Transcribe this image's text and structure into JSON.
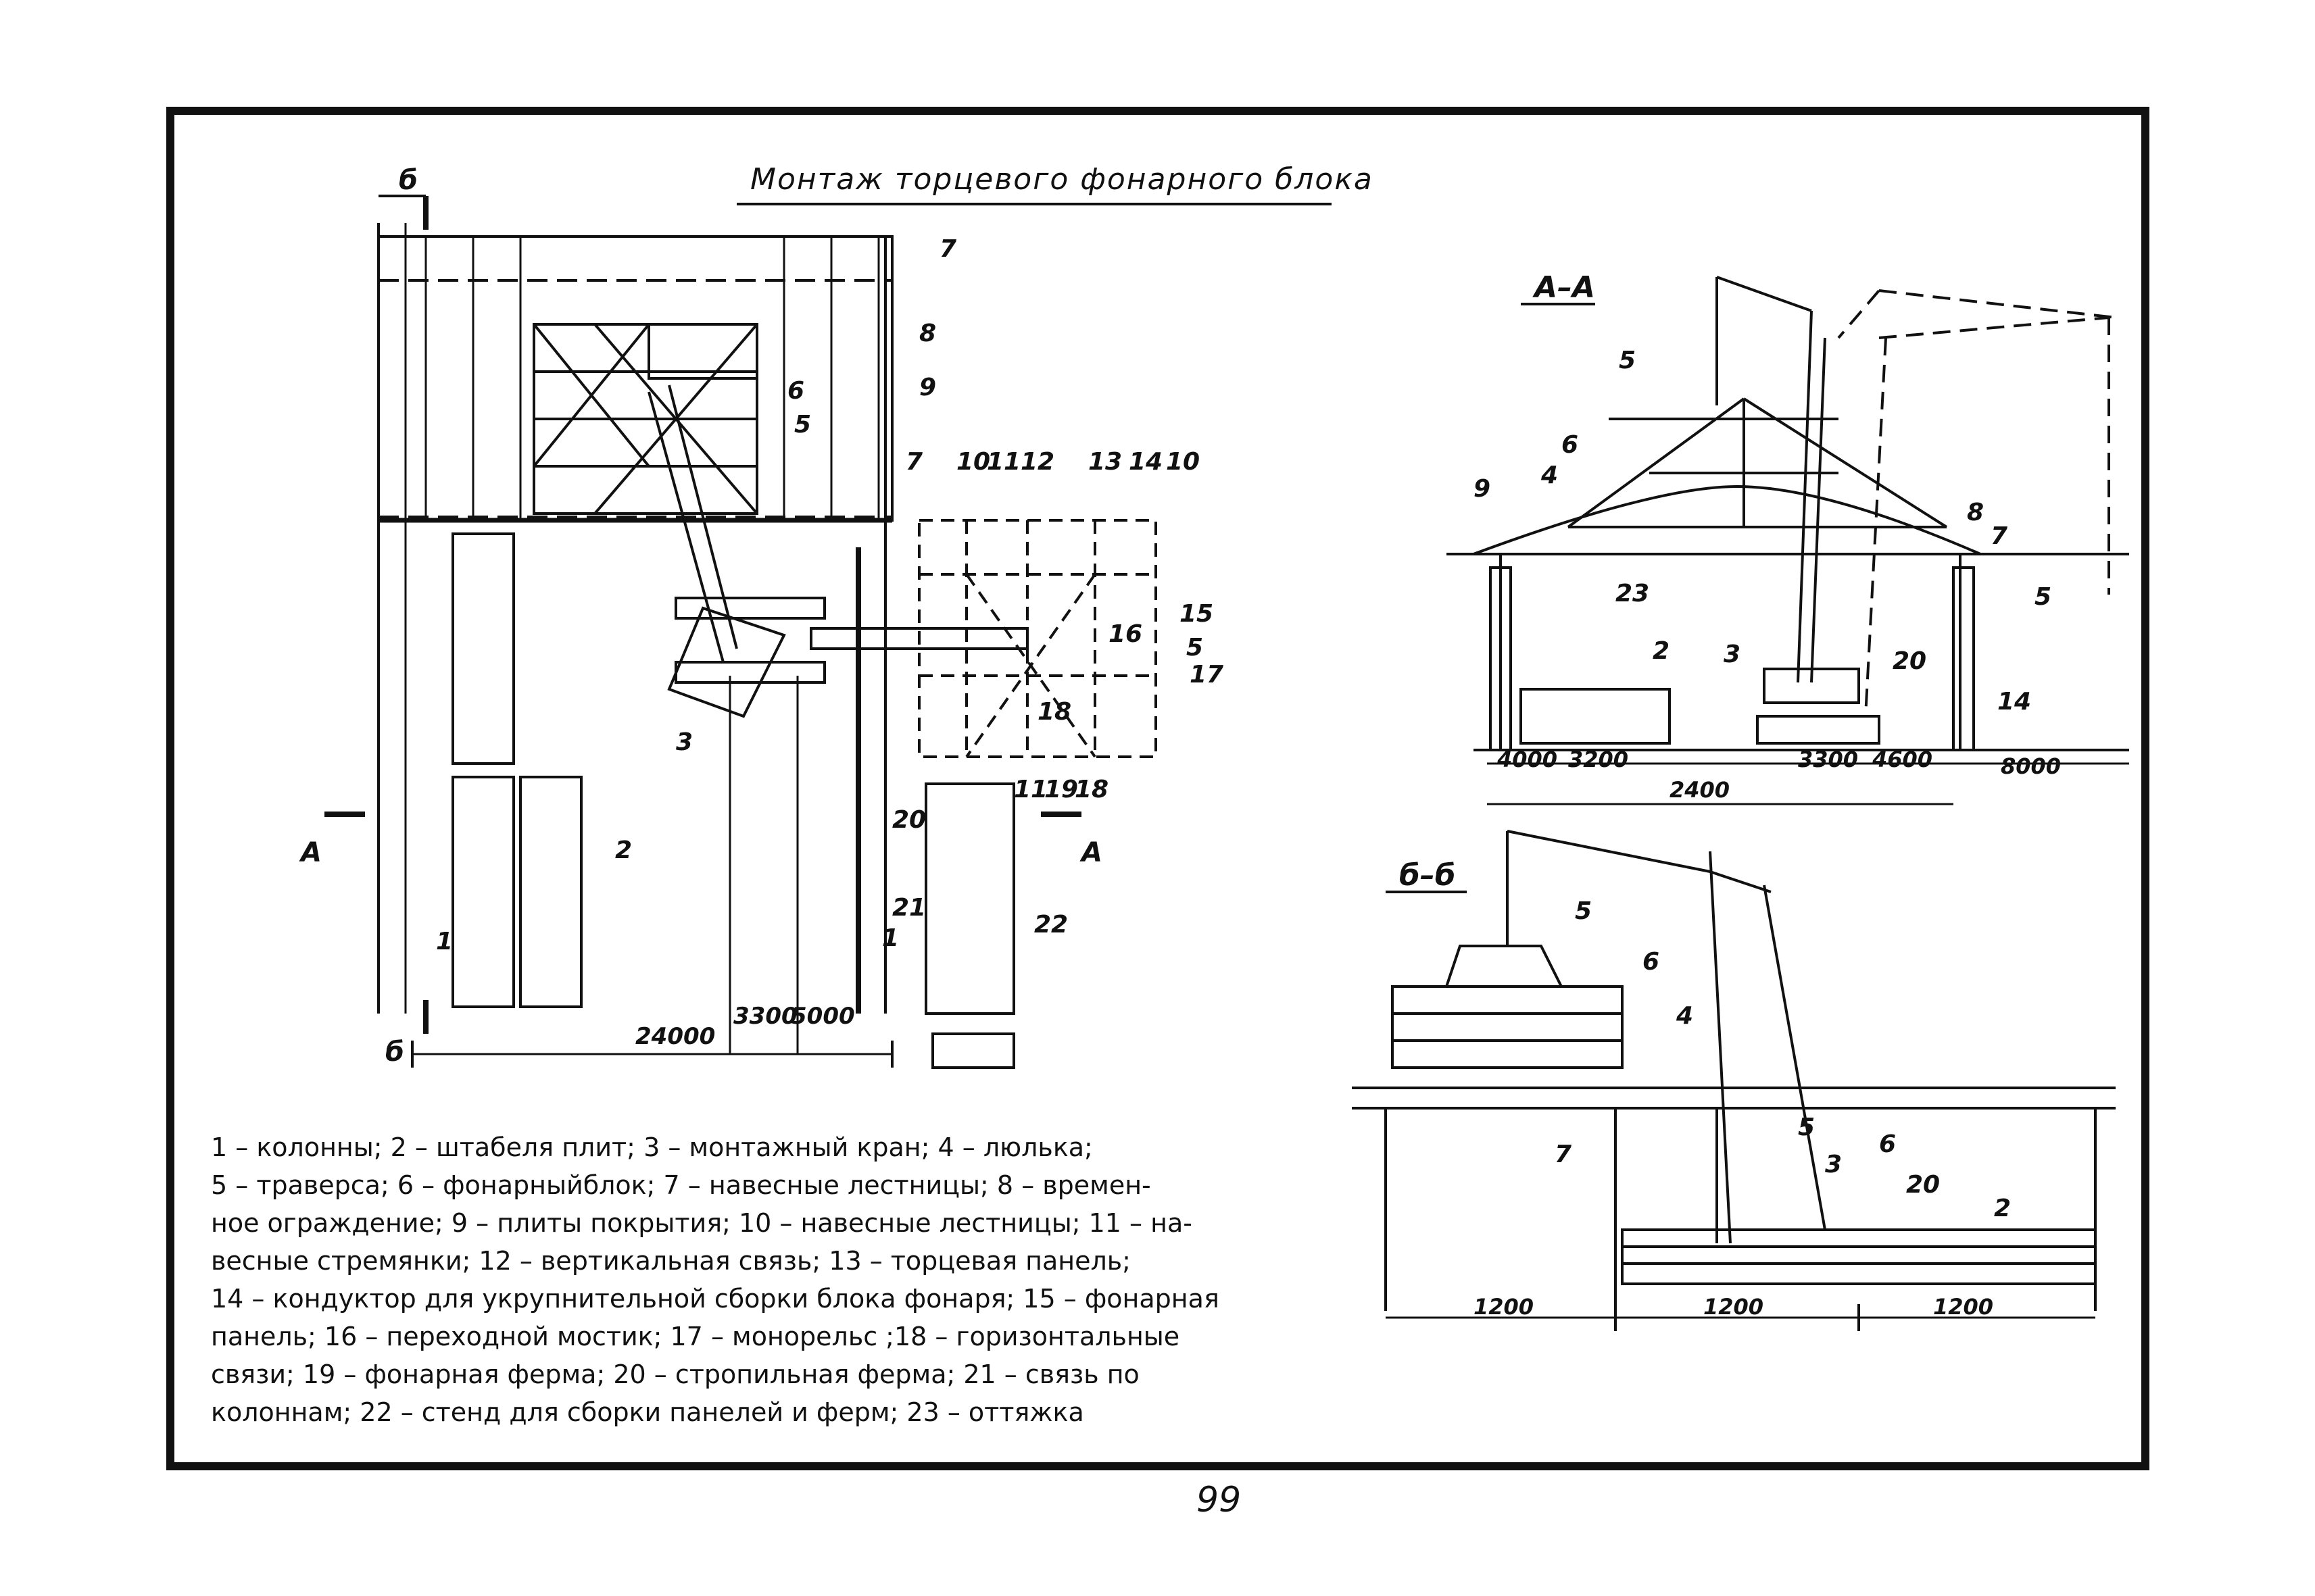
{
  "title": "Монтаж торцевого фонарного блока",
  "page_number": "99",
  "sections": {
    "aa": "А–А",
    "bb": "б–б",
    "plan_cut_a": "А",
    "plan_cut_b": "б"
  },
  "plan_labels": [
    "1",
    "2",
    "3",
    "5",
    "6",
    "7",
    "8",
    "9",
    "7",
    "10",
    "11",
    "12",
    "13",
    "14",
    "10",
    "15",
    "16",
    "5",
    "17",
    "18",
    "19",
    "11",
    "18",
    "20",
    "21",
    "1",
    "22"
  ],
  "plan_dims": [
    "24000",
    "3300",
    "5000"
  ],
  "aa_labels": [
    "5",
    "6",
    "9",
    "4",
    "23",
    "2",
    "3",
    "20",
    "8",
    "7",
    "5",
    "14"
  ],
  "aa_dims": [
    "4000",
    "3200",
    "3300",
    "4600",
    "8000",
    "2400"
  ],
  "bb_labels": [
    "5",
    "6",
    "4",
    "7",
    "5",
    "3",
    "6",
    "20",
    "2"
  ],
  "bb_dims": [
    "1200",
    "1200",
    "1200"
  ],
  "legend": [
    "1 – колонны; 2 – штабеля плит; 3 – монтажный кран; 4 – люлька;",
    "5 – траверса; 6 – фонарныйблок; 7 – навесные лестницы; 8 – времен-",
    "ное ограждение; 9 – плиты покрытия; 10 – навесные лестницы; 11 – на-",
    "весные стремянки; 12 – вертикальная связь; 13 – торцевая панель;",
    "14 – кондуктор для укрупнительной сборки блока фонаря; 15 – фонарная",
    "панель; 16 – переходной мостик; 17 – монорельс ;18 – горизонтальные",
    "связи; 19 – фонарная ферма; 20 – стропильная ферма; 21 – связь по",
    "колоннам; 22 – стенд для сборки панелей и ферм; 23 – оттяжка"
  ]
}
